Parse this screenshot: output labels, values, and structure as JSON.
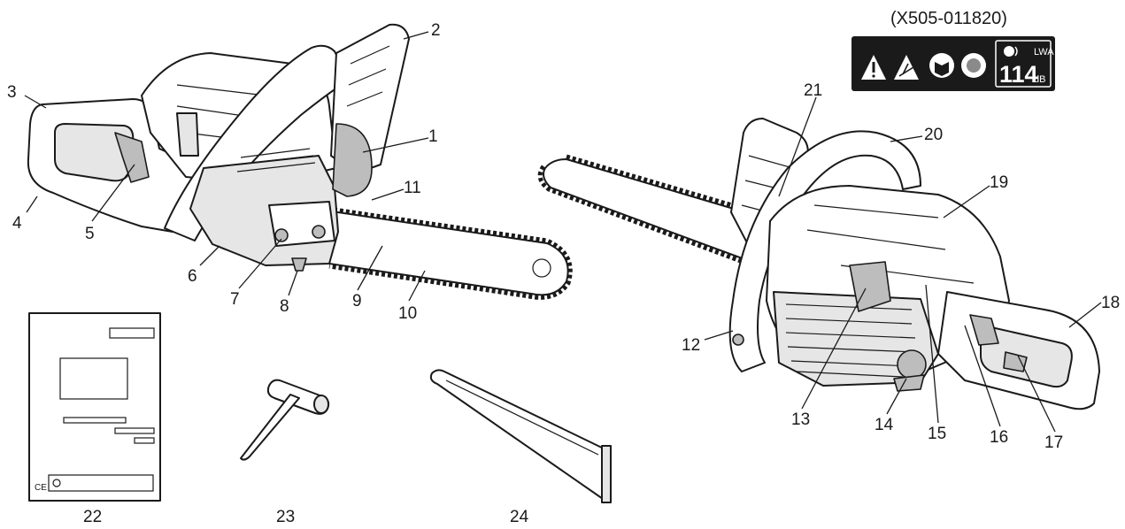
{
  "label_code": "(X505-011820)",
  "decal": {
    "sound_value": "114",
    "sound_unit": "dB",
    "sound_symbol": "LWA"
  },
  "markings": {
    "ce_mark": "CE"
  },
  "callouts": [
    {
      "n": "1"
    },
    {
      "n": "2"
    },
    {
      "n": "3"
    },
    {
      "n": "4"
    },
    {
      "n": "5"
    },
    {
      "n": "6"
    },
    {
      "n": "7"
    },
    {
      "n": "8"
    },
    {
      "n": "9"
    },
    {
      "n": "10"
    },
    {
      "n": "11"
    },
    {
      "n": "12"
    },
    {
      "n": "13"
    },
    {
      "n": "14"
    },
    {
      "n": "15"
    },
    {
      "n": "16"
    },
    {
      "n": "17"
    },
    {
      "n": "18"
    },
    {
      "n": "19"
    },
    {
      "n": "20"
    },
    {
      "n": "21"
    },
    {
      "n": "22"
    },
    {
      "n": "23"
    },
    {
      "n": "24"
    }
  ]
}
